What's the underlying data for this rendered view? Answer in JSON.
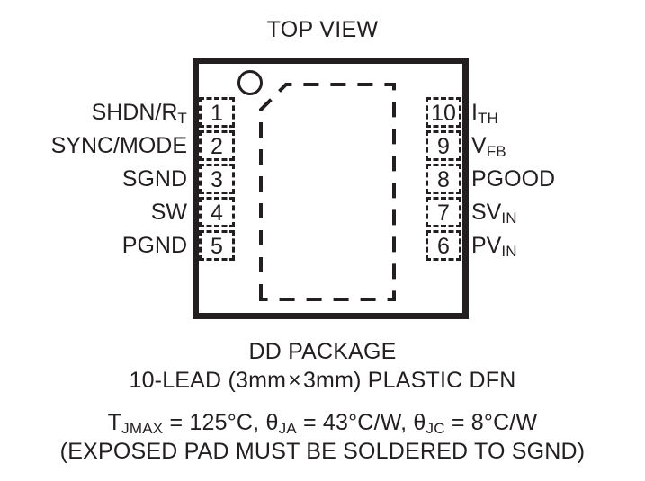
{
  "diagram": {
    "title": "TOP VIEW",
    "package_caption_line_1": "DD PACKAGE",
    "package_caption_line_2_prefix": "10-LEAD (3mm",
    "package_caption_line_2_multiply": "×",
    "package_caption_line_2_suffix": "3mm) PLASTIC DFN",
    "exposed_pad_note": "(EXPOSED PAD MUST BE SOLDERED TO SGND)",
    "pin1_indicator": "pin-one-dot",
    "colors": {
      "ink": "#231f20",
      "background": "#ffffff"
    },
    "thermal": {
      "tjmax_symbol": "T",
      "tjmax_subscript": "JMAX",
      "tjmax_value": " = 125°C, ",
      "theta_ja_symbol": "θ",
      "theta_ja_subscript": "JA",
      "theta_ja_value": " = 43°C/W, ",
      "theta_jc_symbol": "θ",
      "theta_jc_subscript": "JC",
      "theta_jc_value": " = 8°C/W"
    },
    "pins_left": [
      {
        "number": "1",
        "name": "SHDN/R",
        "subscript": "T"
      },
      {
        "number": "2",
        "name": "SYNC/MODE",
        "subscript": ""
      },
      {
        "number": "3",
        "name": "SGND",
        "subscript": ""
      },
      {
        "number": "4",
        "name": "SW",
        "subscript": ""
      },
      {
        "number": "5",
        "name": "PGND",
        "subscript": ""
      }
    ],
    "pins_right": [
      {
        "number": "10",
        "name": "I",
        "subscript": "TH"
      },
      {
        "number": "9",
        "name": "V",
        "subscript": "FB"
      },
      {
        "number": "8",
        "name": "PGOOD",
        "subscript": ""
      },
      {
        "number": "7",
        "name": "SV",
        "subscript": "IN"
      },
      {
        "number": "6",
        "name": "PV",
        "subscript": "IN"
      }
    ]
  }
}
